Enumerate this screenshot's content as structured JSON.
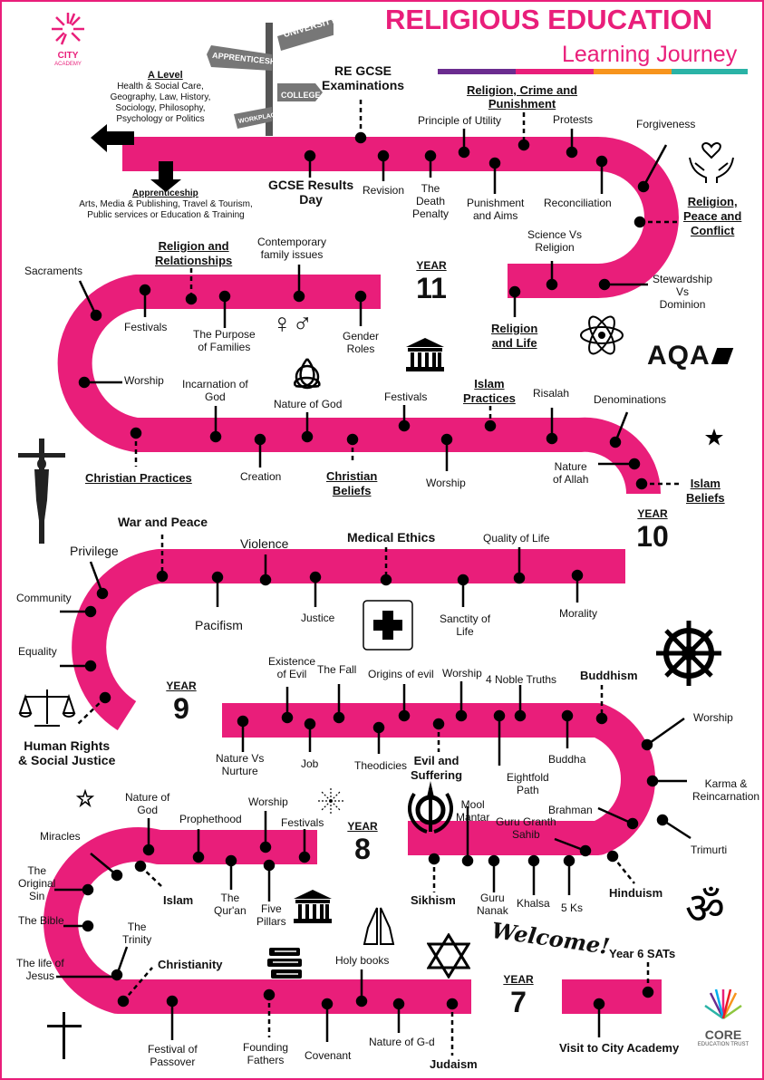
{
  "header": {
    "title": "RELIGIOUS EDUCATION",
    "subtitle": "Learning Journey"
  },
  "logos": {
    "school_name": "CITY",
    "school_sub": "ACADEMY",
    "exam_board": "AQA",
    "trust_name": "CORE",
    "trust_sub": "EDUCATION TRUST"
  },
  "signpost": {
    "university": "UNIVERSITY",
    "apprenticeship": "APPRENTICESHIP",
    "college": "COLLEGE",
    "workplace": "WORKPLACE"
  },
  "future": {
    "a_level_title": "A Level",
    "a_level_body": "Health & Social Care,\nGeography, Law, History,\nSociology, Philosophy,\nPsychology or Politics",
    "apprenticeship_title": "Apprenticeship",
    "apprenticeship_body": "Arts, Media & Publishing, Travel & Tourism,\nPublic services or Education & Training"
  },
  "years": {
    "y11": "11",
    "y10": "10",
    "y9": "9",
    "y8": "8",
    "y7": "7",
    "label": "YEAR"
  },
  "y11": {
    "re_gcse": "RE GCSE\nExaminations",
    "gcse_results": "GCSE Results\nDay",
    "revision": "Revision",
    "death_penalty": "The\nDeath\nPenalty",
    "principle_utility": "Principle of Utility",
    "crime_title": "Religion, Crime and\nPunishment",
    "punishment_aims": "Punishment\nand Aims",
    "protests": "Protests",
    "reconciliation": "Reconciliation",
    "forgiveness": "Forgiveness",
    "peace_title": "Religion,\nPeace and\nConflict",
    "science_religion": "Science Vs\nReligion",
    "stewardship": "Stewardship\nVs\nDominion",
    "life_title": "Religion\nand Life",
    "gender_roles": "Gender\nRoles",
    "contemporary": "Contemporary\nfamily issues",
    "purpose_families": "The Purpose\nof Families",
    "relationships_title": "Religion and\nRelationships",
    "festivals": "Festivals",
    "sacraments": "Sacraments"
  },
  "y10": {
    "worship_c": "Worship",
    "incarnation": "Incarnation of\nGod",
    "nature_god": "Nature of God",
    "festivals": "Festivals",
    "islam_practices": "Islam\nPractices",
    "risalah": "Risalah",
    "denominations": "Denominations",
    "nature_allah": "Nature\nof Allah",
    "islam_beliefs": "Islam\nBeliefs",
    "worship_i": "Worship",
    "christian_beliefs": "Christian\nBeliefs",
    "creation": "Creation",
    "christian_practices": "Christian Practices"
  },
  "y9": {
    "war_peace": "War and Peace",
    "privilege": "Privilege",
    "violence": "Violence",
    "medical": "Medical Ethics",
    "quality": "Quality of Life",
    "community": "Community",
    "pacifism": "Pacifism",
    "justice": "Justice",
    "sanctity": "Sanctity of\nLife",
    "morality": "Morality",
    "equality": "Equality",
    "human_rights": "Human Rights\n& Social Justice",
    "existence_evil": "Existence\nof Evil",
    "fall": "The Fall",
    "origins_evil": "Origins of evil",
    "worship": "Worship",
    "noble_truths": "4 Noble Truths",
    "buddhism": "Buddhism",
    "nature_nurture": "Nature Vs\nNurture",
    "job": "Job",
    "theodicies": "Theodicies",
    "evil_suffering": "Evil and\nSuffering",
    "eightfold": "Eightfold\nPath",
    "buddha": "Buddha"
  },
  "y8": {
    "worship_h": "Worship",
    "karma": "Karma &\nReincarnation",
    "brahman": "Brahman",
    "trimurti": "Trimurti",
    "hinduism": "Hinduism",
    "mool_mantar": "Mool\nMantar",
    "guru_granth": "Guru Granth\nSahib",
    "sikhism": "Sikhism",
    "guru_nanak": "Guru\nNanak",
    "khalsa": "Khalsa",
    "five_ks": "5 Ks",
    "nature_god": "Nature of\nGod",
    "prophethood": "Prophethood",
    "worship_i": "Worship",
    "festivals": "Festivals",
    "islam": "Islam",
    "quran": "The\nQur'an",
    "five_pillars": "Five\nPillars",
    "miracles": "Miracles"
  },
  "y7": {
    "original_sin": "The\nOriginal\nSin",
    "bible": "The Bible",
    "trinity": "The\nTrinity",
    "christianity": "Christianity",
    "life_jesus": "The life of\nJesus",
    "passover": "Festival of\nPassover",
    "founding": "Founding\nFathers",
    "covenant": "Covenant",
    "holy_books": "Holy books",
    "nature_gd": "Nature of G-d",
    "judaism": "Judaism",
    "welcome": "Welcome!",
    "year6": "Year 6 SATs",
    "visit": "Visit to City Academy"
  },
  "colors": {
    "road": "#e91e7a",
    "accent_purple": "#6b2c8f",
    "accent_orange": "#f7941d",
    "accent_teal": "#2ab3a6"
  }
}
